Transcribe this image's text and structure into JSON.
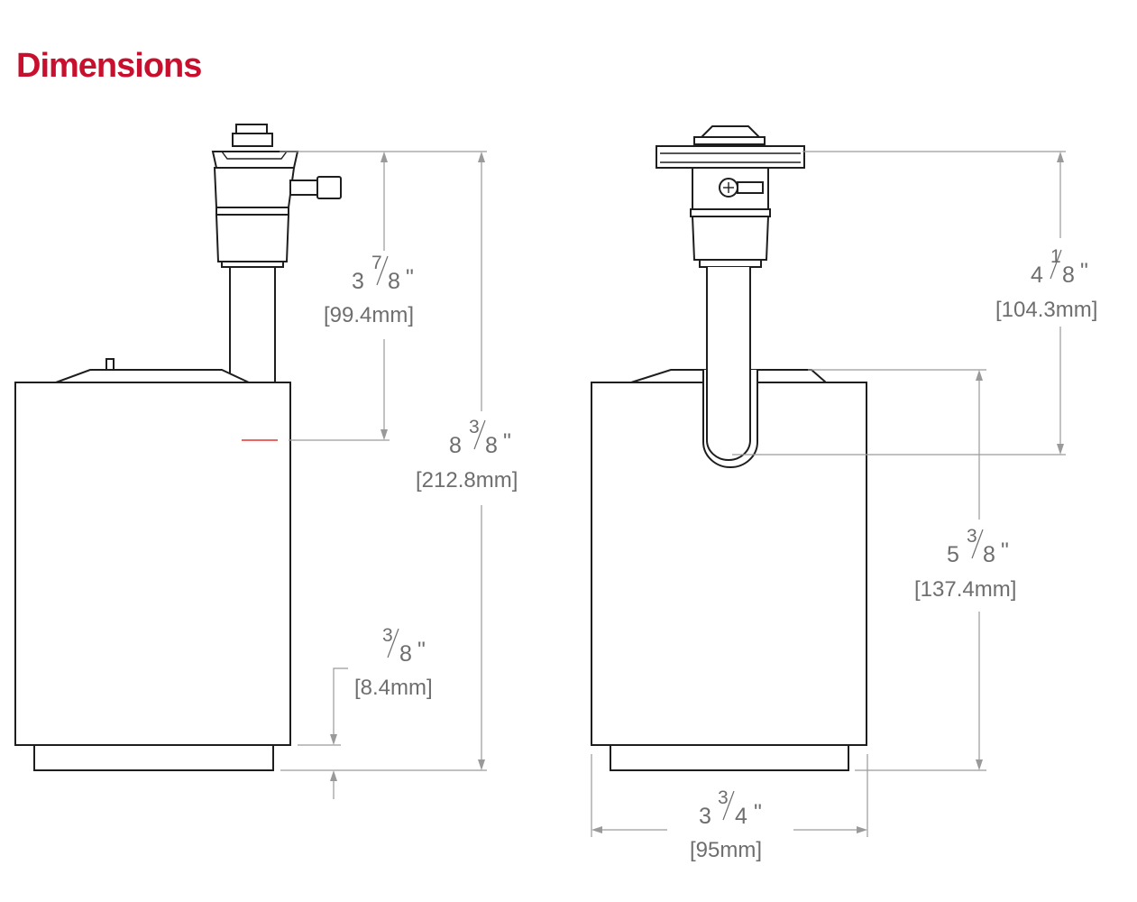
{
  "title": "Dimensions",
  "accent_color": "#c8102e",
  "dimensions": [
    {
      "id": "arm-height",
      "whole": "3",
      "num": "7",
      "den": "8",
      "unit": "\"",
      "metric": "[99.4mm]"
    },
    {
      "id": "total-height",
      "whole": "8",
      "num": "3",
      "den": "8",
      "unit": "\"",
      "metric": "[212.8mm]"
    },
    {
      "id": "bottom-lip",
      "whole": "",
      "num": "3",
      "den": "8",
      "unit": "\"",
      "metric": "[8.4mm]"
    },
    {
      "id": "mount-height",
      "whole": "4",
      "num": "1",
      "den": "8",
      "unit": "\"",
      "metric": "[104.3mm]"
    },
    {
      "id": "body-height",
      "whole": "5",
      "num": "3",
      "den": "8",
      "unit": "\"",
      "metric": "[137.4mm]"
    },
    {
      "id": "width",
      "whole": "3",
      "num": "3",
      "den": "4",
      "unit": "\"",
      "metric": "[95mm]"
    }
  ]
}
